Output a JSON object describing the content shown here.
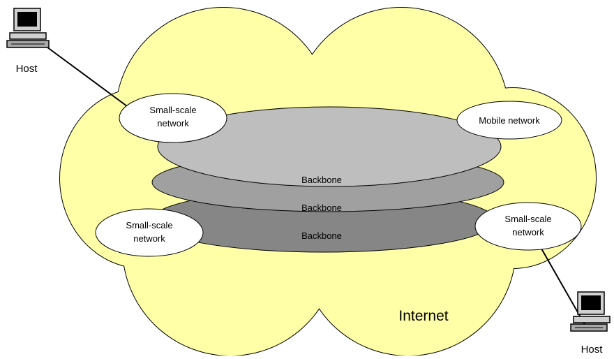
{
  "diagram": {
    "colors": {
      "cloud_fill": "#ffffa8",
      "backbone_top": "#bebebe",
      "backbone_middle": "#a0a0a0",
      "backbone_bottom": "#868686",
      "network_fill": "#ffffff",
      "outline": "#000000"
    },
    "hosts": [
      {
        "label": "Host",
        "icon": "desktop-computer-icon"
      },
      {
        "label": "Host",
        "icon": "desktop-computer-icon"
      }
    ],
    "networks": {
      "top_left": {
        "line1": "Small-scale",
        "line2": "network"
      },
      "top_right": {
        "line1": "Mobile network"
      },
      "bottom_left": {
        "line1": "Small-scale",
        "line2": "network"
      },
      "bottom_right": {
        "line1": "Small-scale",
        "line2": "network"
      }
    },
    "backbones": [
      {
        "label": "Backbone"
      },
      {
        "label": "Backbone"
      },
      {
        "label": "Backbone"
      }
    ],
    "cloud": {
      "label": "Internet"
    }
  }
}
